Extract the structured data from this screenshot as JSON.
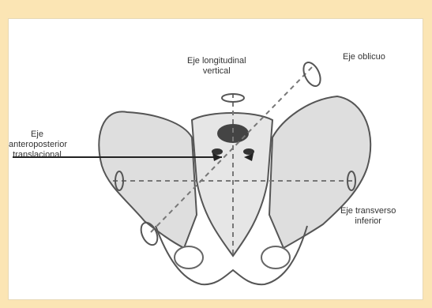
{
  "colors": {
    "background": "#fbe5b4",
    "panel": "#ffffff",
    "ink": "#333333",
    "bone": "#dcdcdc"
  },
  "labels": {
    "longitudinal": [
      "Eje longitudinal",
      "vertical"
    ],
    "oblique": "Eje oblicuo",
    "anteroposterior": [
      "Eje",
      "anteroposterior",
      "translacional"
    ],
    "transverse": [
      "Eje transverso",
      "inferior"
    ]
  }
}
